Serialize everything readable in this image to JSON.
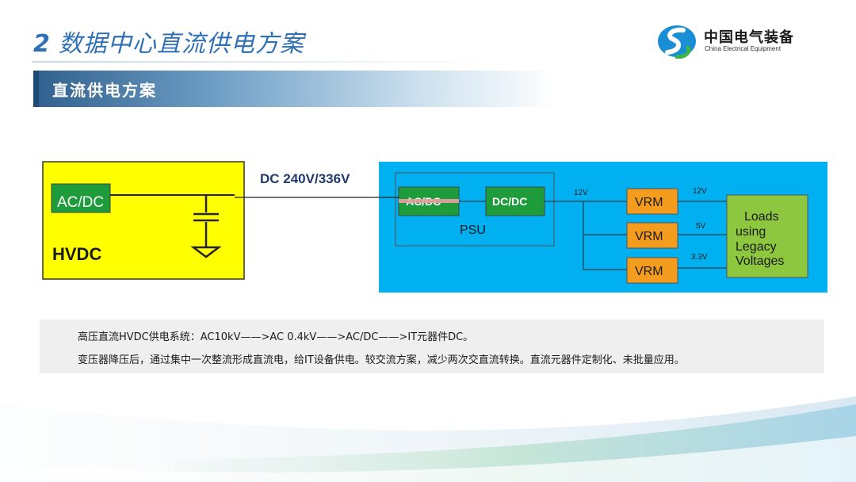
{
  "slide": {
    "number": "2",
    "title": "数据中心直流供电方案",
    "section_title": "直流供电方案"
  },
  "logo": {
    "name_cn": "中国电气装备",
    "name_en": "China Electrical Equipment"
  },
  "diagram": {
    "hvdc_box": {
      "converter": "AC/DC",
      "label": "HVDC"
    },
    "bus_label": "DC 240V/336V",
    "server_box": {
      "psu_acdc": "AC/DC",
      "psu_dcdc": "DC/DC",
      "psu_label": "PSU",
      "bus_voltage": "12V",
      "vrms": [
        {
          "label": "VRM",
          "output": "12V"
        },
        {
          "label": "VRM",
          "output": "5V"
        },
        {
          "label": "VRM",
          "output": "3.3V"
        }
      ],
      "loads": [
        "Loads",
        "using",
        "Legacy",
        "Voltages"
      ]
    },
    "colors": {
      "hvdc_fill": "#ffff00",
      "server_fill": "#00b0f0",
      "converter_fill": "#1e9c3c",
      "vrm_fill": "#f39c1e",
      "loads_fill": "#8dc63f"
    }
  },
  "notes": {
    "line1": "高压直流HVDC供电系统：AC10kV——>AC 0.4kV——>AC/DC——>IT元器件DC。",
    "line2": "变压器降压后，通过集中一次整流形成直流电，给IT设备供电。较交流方案，减少两次交直流转换。直流元器件定制化、未批量应用。"
  }
}
